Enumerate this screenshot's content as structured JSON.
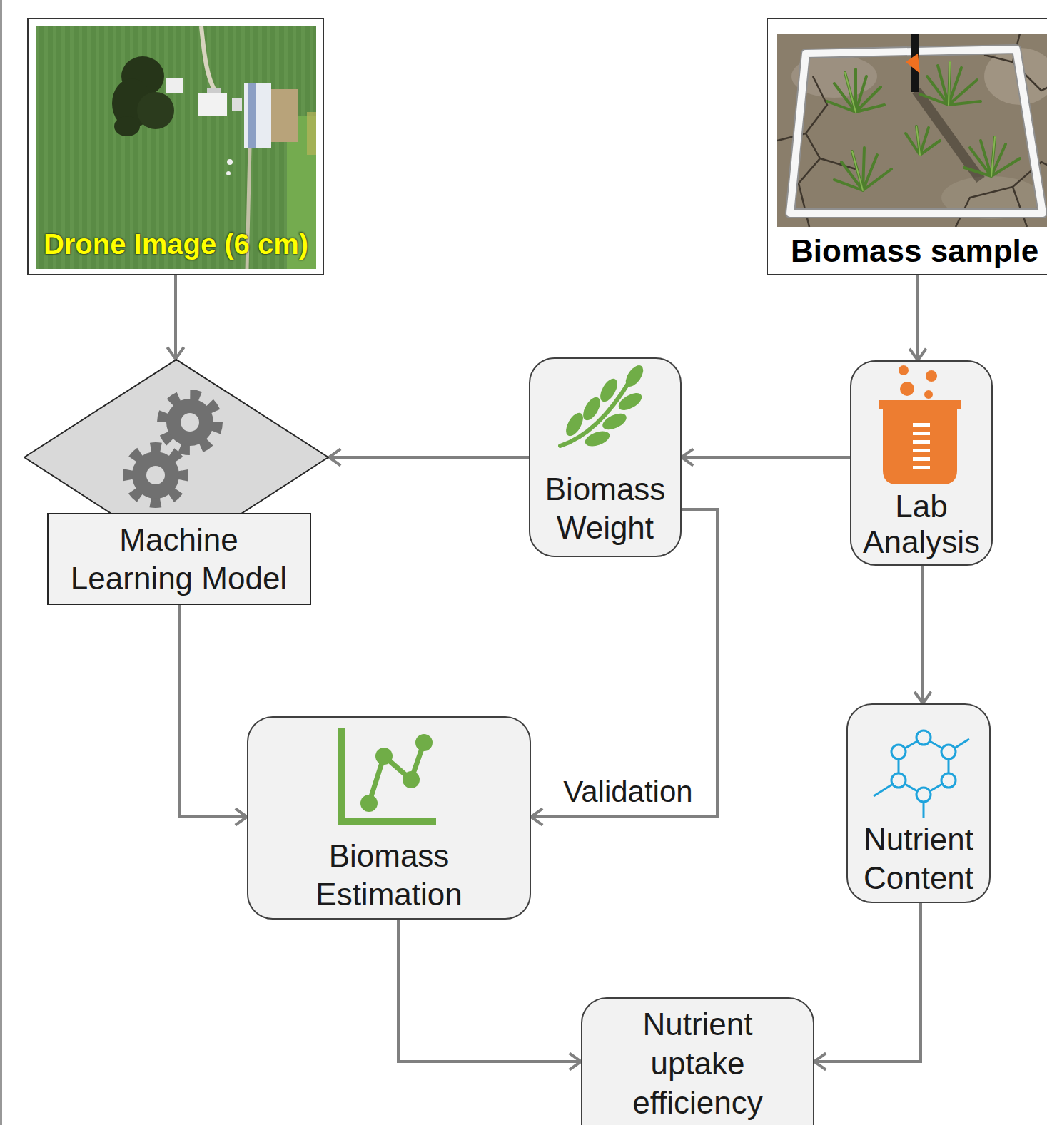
{
  "diagram": {
    "nodes": [
      {
        "text": [
          "Drone Image (6 cm)"
        ]
      },
      {
        "text": [
          "Biomass sample"
        ]
      },
      {
        "text": [
          "Machine Learning Model"
        ]
      },
      {
        "text": [
          "Biomass Weight"
        ]
      },
      {
        "text": [
          "Lab Analysis"
        ]
      },
      {
        "text": [
          "Biomass Estimation"
        ]
      },
      {
        "text": [
          "Nutrient Content"
        ]
      },
      {
        "text": [
          "Nutrient uptake efficiency"
        ]
      }
    ],
    "edges": [
      {
        "from": 0,
        "to": 2,
        "arrow": "to"
      },
      {
        "from": 1,
        "to": 4,
        "arrow": "to"
      },
      {
        "from": 4,
        "to": 3,
        "arrow": "to"
      },
      {
        "from": 3,
        "to": 2,
        "arrow": "to"
      },
      {
        "from": 2,
        "to": 5,
        "arrow": "to"
      },
      {
        "from": 3,
        "to": 5,
        "label": "Validation",
        "arrow": "to"
      },
      {
        "from": 4,
        "to": 6,
        "arrow": "to"
      },
      {
        "from": 5,
        "to": 7,
        "arrow": "to"
      },
      {
        "from": 6,
        "to": 7,
        "arrow": "to"
      }
    ]
  }
}
